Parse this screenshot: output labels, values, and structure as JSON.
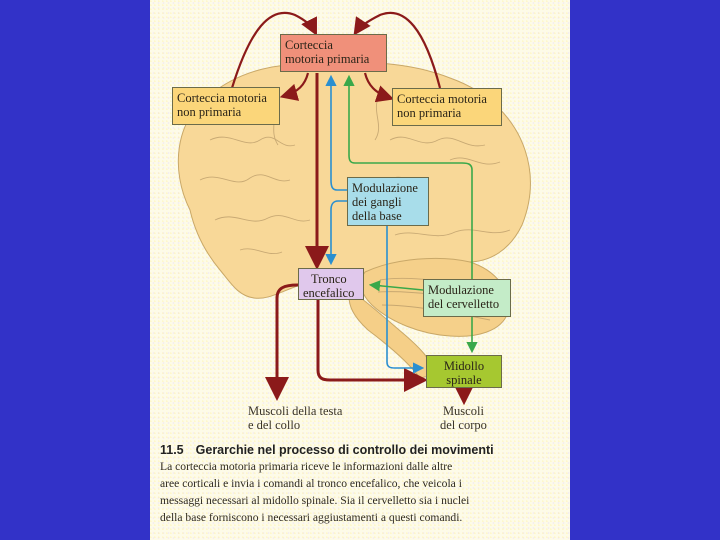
{
  "slide": {
    "background_color": "#3232c8",
    "page_color": "#fdfbe8"
  },
  "diagram": {
    "boxes": {
      "primary_motor_cortex": {
        "lines": [
          "Corteccia",
          "motoria primaria"
        ],
        "color": "#f0907a"
      },
      "nonprimary_motor_cortex_left": {
        "lines": [
          "Corteccia motoria",
          "non primaria"
        ],
        "color": "#fbd67a"
      },
      "nonprimary_motor_cortex_right": {
        "lines": [
          "Corteccia motoria",
          "non primaria"
        ],
        "color": "#fbd67a"
      },
      "basal_ganglia_modulation": {
        "lines": [
          "Modulazione",
          "dei gangli",
          "della base"
        ],
        "color": "#a8ddea"
      },
      "brainstem": {
        "lines": [
          "Tronco",
          "encefalico"
        ],
        "color": "#e0c8ec"
      },
      "cerebellum_modulation": {
        "lines": [
          "Modulazione",
          "del cervelletto"
        ],
        "color": "#c4ecc8"
      },
      "spinal_cord": {
        "lines": [
          "Midollo",
          "spinale"
        ],
        "color": "#a6c830"
      }
    },
    "outputs": {
      "head_neck_muscles": [
        "Muscoli della testa",
        "e del collo"
      ],
      "body_muscles": [
        "Muscoli",
        "del corpo"
      ]
    },
    "arrow_colors": {
      "motor_pathway": "#8b1a1a",
      "basal_ganglia_loop": "#2a8fd0",
      "cerebellum_loop": "#3aa84a"
    },
    "brain_color": "#f8d898"
  },
  "caption": {
    "number": "11.5",
    "title": "Gerarchie nel processo di controllo dei movimenti",
    "lines": [
      "La corteccia motoria primaria riceve le informazioni dalle altre",
      "aree corticali e invia i comandi al tronco encefalico, che veicola i",
      "messaggi necessari al midollo spinale. Sia il cervelletto sia i nuclei",
      "della base forniscono i necessari aggiustamenti a questi comandi."
    ]
  }
}
